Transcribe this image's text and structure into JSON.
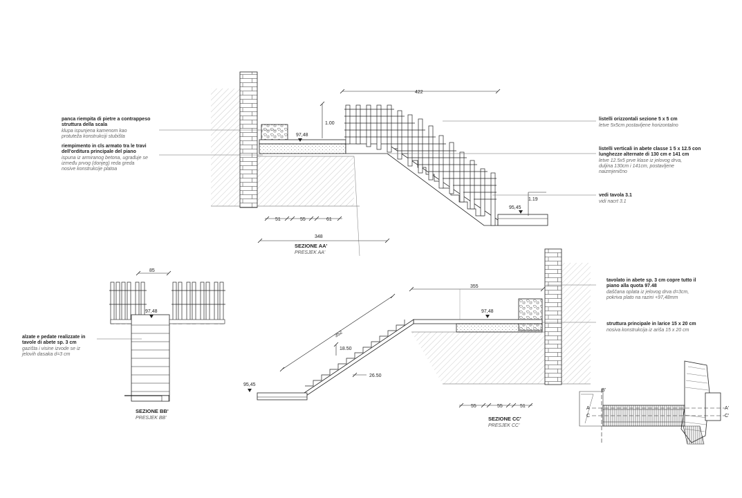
{
  "section_aa": {
    "title": "SEZIONE AA'",
    "subtitle": "PRESJEK AA'",
    "dims": {
      "top": "422",
      "height_100": "1.00",
      "height_119": "1.19",
      "level_upper": "97,48",
      "level_lower": "95,45",
      "d51": "51",
      "d55": "55",
      "d61": "61",
      "bottom": "348"
    },
    "notes": [
      {
        "bold": [
          "panca riempita di pietre a contrappeso",
          "struttura della scala"
        ],
        "italic": [
          "klupa ispunjena kamenom kao",
          "protuteža konstrukciji stubišta"
        ]
      },
      {
        "bold": [
          "riempimento in cls armato tra le travi",
          "dell'orditura principale del piano"
        ],
        "italic": [
          "ispuna iz armiranog betona, ugrađuje se",
          "između prvog (donjeg) reda greda",
          "nosive konstrukcije platoa"
        ]
      },
      {
        "bold": [
          "listelli orizzontali  sezione 5 x 5 cm"
        ],
        "italic": [
          "letve 5x5cm postavljene horizontalno"
        ]
      },
      {
        "bold": [
          "listelli verticali in abete classe 1 5 x 12.5 con",
          "lunghezze alternate di 130 cm e 141 cm"
        ],
        "italic": [
          "letve 12.5x5 prve klase iz jelovog drva,",
          "duljina 130cm i 141cm, postavljene",
          "naizmjenično"
        ]
      },
      {
        "bold": [
          "vedi tavola 3.1"
        ],
        "italic": [
          "vidi nacrt 3.1"
        ]
      }
    ]
  },
  "section_bb": {
    "title": "SEZIONE BB'",
    "subtitle": "PRESJEK BB'",
    "dims": {
      "width": "85",
      "level": "97,48"
    },
    "note": {
      "bold": [
        "alzate e pedate realizzate in",
        "tavole di abete sp. 3 cm"
      ],
      "italic": [
        "gazišta i visine izvode se iz",
        "jelovih dasaka d=3 cm"
      ]
    }
  },
  "section_cc": {
    "title": "SEZIONE CC'",
    "subtitle": "PRESJEK CC'",
    "dims": {
      "top": "355",
      "diagonal": "352",
      "riser": "18.50",
      "tread": "26.50",
      "level_upper": "97,48",
      "level_lower": "95,45",
      "d55a": "55",
      "d55b": "55",
      "d51": "51"
    },
    "notes": [
      {
        "bold": [
          "tavolato in abete sp. 3 cm copre tutto il",
          "piano alla quota 97.48"
        ],
        "italic": [
          "daščana oplata iz jelovog drva d=3cm,",
          "pokriva plato na razini +97,48mm"
        ]
      },
      {
        "bold": [
          "struttura principale in larice  15 x 20 cm"
        ],
        "italic": [
          "nosiva konstrukcija iz ariša 15 x 20 cm"
        ]
      }
    ]
  },
  "plan": {
    "labels": {
      "a": "A",
      "a2": "A'",
      "b": "B'",
      "c": "C",
      "c2": "C'"
    }
  },
  "colors": {
    "line": "#1a1a1a",
    "hatch": "#9a9a9a",
    "leader": "#555555"
  }
}
